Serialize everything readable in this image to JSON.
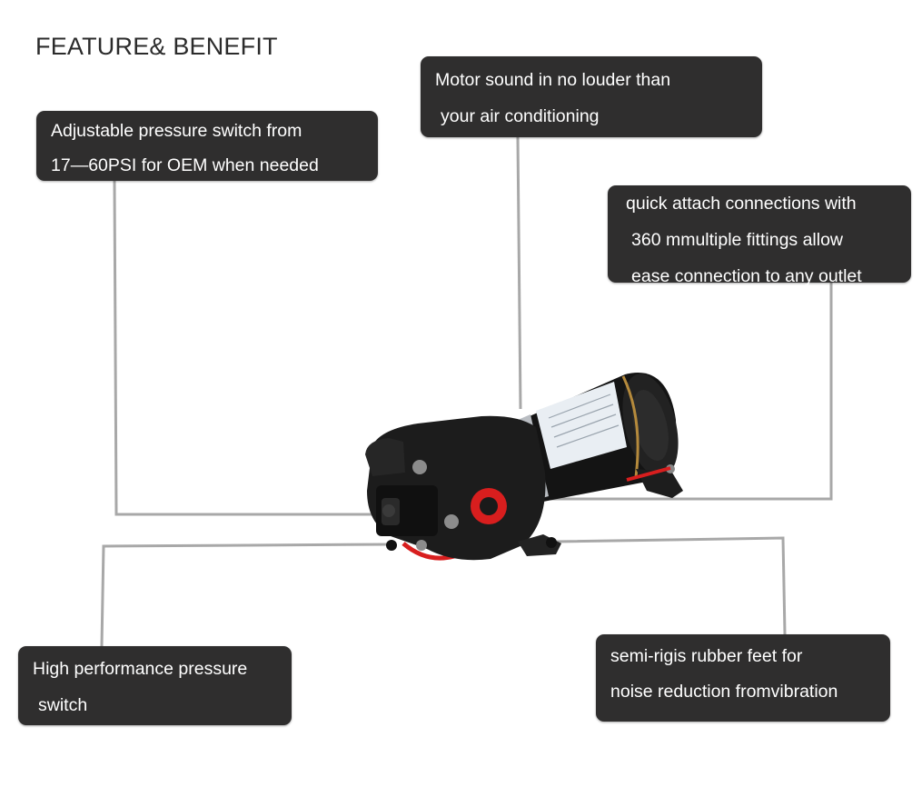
{
  "title": "FEATURE& BENEFIT",
  "callouts": {
    "pressure_switch_adjust": {
      "line1": "Adjustable pressure switch from",
      "line2": "17—60PSI for OEM when needed"
    },
    "motor_sound": {
      "line1": "Motor sound in no louder than",
      "line2": "your air conditioning"
    },
    "quick_attach": {
      "line1": "quick attach connections with",
      "line2": "360 mmultiple fittings allow",
      "line3": "ease connection to any outlet"
    },
    "high_performance_switch": {
      "line1": "High performance pressure",
      "line2": "switch"
    },
    "rubber_feet": {
      "line1": "semi-rigis  rubber feet for",
      "line2": "noise reduction fromvibration"
    }
  },
  "colors": {
    "callout_bg": "#2f2e2e",
    "callout_text": "#ffffff",
    "leader_line": "#a8a8a8",
    "title_text": "#2b2b2b",
    "pump_body": "#1a1a1a",
    "port_red": "#d81e1e"
  }
}
